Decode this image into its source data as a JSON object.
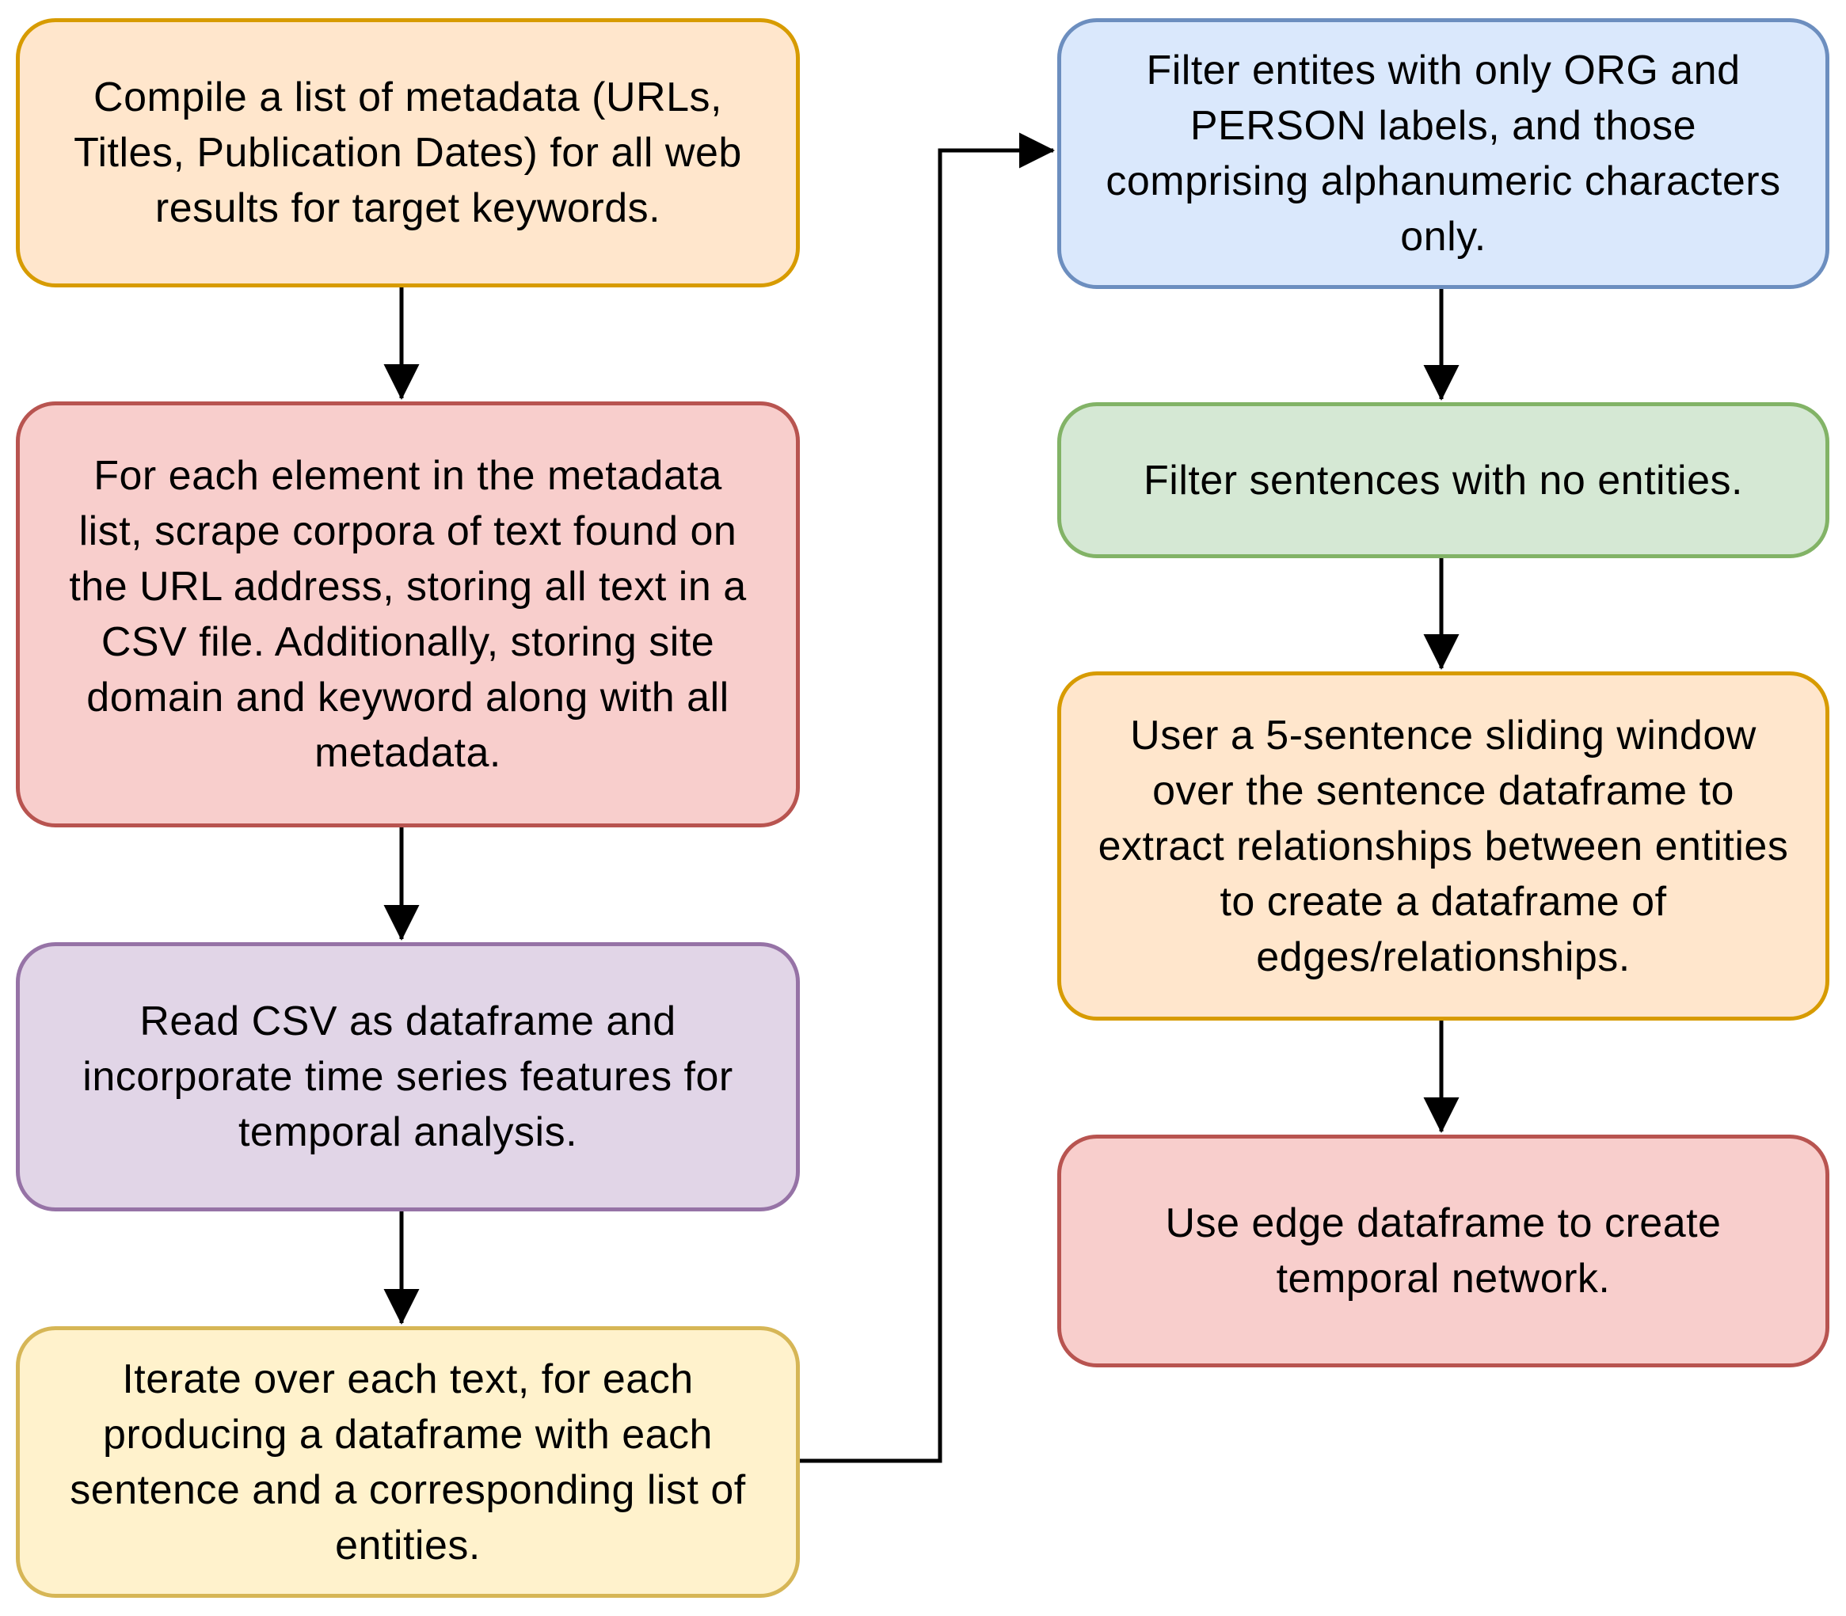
{
  "diagram": {
    "type": "flowchart",
    "background": "#ffffff",
    "text_color": "#000000",
    "arrow_color": "#000000",
    "nodes": [
      {
        "id": "compile-metadata",
        "text": "Compile a list of metadata (URLs,\nTitles, Publication Dates) for all web\nresults for target keywords.",
        "fill": "#FFE6CC",
        "stroke": "#D79B00"
      },
      {
        "id": "scrape-corpora",
        "text": "For each element in the metadata\nlist, scrape corpora of text found on\nthe URL address, storing all text in a\nCSV file. Additionally, storing site\ndomain and keyword along with all\nmetadata.",
        "fill": "#F8CECC",
        "stroke": "#B85450"
      },
      {
        "id": "read-csv-dataframe",
        "text": "Read CSV as dataframe and\nincorporate time series features for\ntemporal analysis.",
        "fill": "#E1D5E7",
        "stroke": "#9673A6"
      },
      {
        "id": "iterate-texts",
        "text": "Iterate over each text, for each\nproducing a dataframe with each\nsentence and a corresponding list of\nentities.",
        "fill": "#FFF2CC",
        "stroke": "#D6B656"
      },
      {
        "id": "filter-entities",
        "text": "Filter entites with only ORG and\nPERSON labels, and those\ncomprising alphanumeric characters\nonly.",
        "fill": "#DAE8FC",
        "stroke": "#6C8EBF"
      },
      {
        "id": "filter-sentences",
        "text": "Filter sentences with no entities.",
        "fill": "#D5E8D4",
        "stroke": "#82B366"
      },
      {
        "id": "sliding-window",
        "text": "User a 5-sentence sliding window\nover the sentence dataframe to\nextract relationships between entities\nto create a dataframe of\nedges/relationships.",
        "fill": "#FFE6CC",
        "stroke": "#D79B00"
      },
      {
        "id": "temporal-network",
        "text": "Use edge dataframe to create\ntemporal network.",
        "fill": "#F8CECC",
        "stroke": "#B85450"
      }
    ],
    "edges": [
      {
        "from": "compile-metadata",
        "to": "scrape-corpora"
      },
      {
        "from": "scrape-corpora",
        "to": "read-csv-dataframe"
      },
      {
        "from": "read-csv-dataframe",
        "to": "iterate-texts"
      },
      {
        "from": "iterate-texts",
        "to": "filter-entities"
      },
      {
        "from": "filter-entities",
        "to": "filter-sentences"
      },
      {
        "from": "filter-sentences",
        "to": "sliding-window"
      },
      {
        "from": "sliding-window",
        "to": "temporal-network"
      }
    ]
  }
}
